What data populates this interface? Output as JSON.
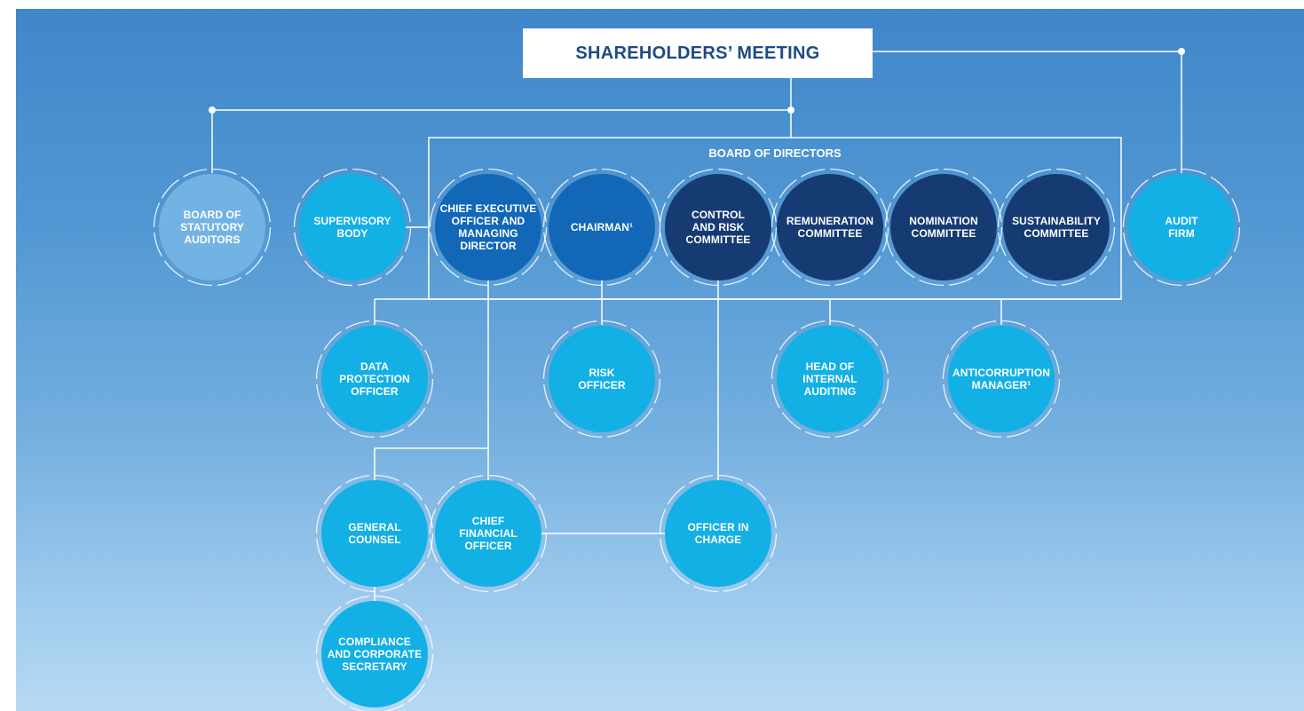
{
  "shareholders_meeting": "SHAREHOLDERS’ MEETING",
  "board_of_directors_label": "BOARD OF DIRECTORS",
  "colors": {
    "light_blue": "#12b0e4",
    "pale_blue": "#73b3e4",
    "mid_blue": "#1268b7",
    "dark_navy": "#163b73",
    "line": "#ffffff"
  },
  "nodes": {
    "board_of_statutory_auditors": "BOARD OF\nSTATUTORY\nAUDITORS",
    "supervisory_body": "SUPERVISORY\nBODY",
    "ceo": "CHIEF EXECUTIVE\nOFFICER AND\nMANAGING\nDIRECTOR",
    "chairman": "CHAIRMAN¹",
    "control_risk_committee": "CONTROL\nAND RISK\nCOMMITTEE",
    "remuneration_committee": "REMUNERATION\nCOMMITTEE",
    "nomination_committee": "NOMINATION\nCOMMITTEE",
    "sustainability_committee": "SUSTAINABILITY\nCOMMITTEE",
    "audit_firm": "AUDIT\nFIRM",
    "data_protection_officer": "DATA\nPROTECTION\nOFFICER",
    "risk_officer": "RISK\nOFFICER",
    "head_internal_auditing": "HEAD OF\nINTERNAL\nAUDITING",
    "anticorruption_manager": "ANTICORRUPTION\nMANAGER¹",
    "general_counsel": "GENERAL\nCOUNSEL",
    "cfo": "CHIEF\nFINANCIAL\nOFFICER",
    "officer_in_charge": "OFFICER IN\nCHARGE",
    "compliance_secretary": "COMPLIANCE\nAND CORPORATE\nSECRETARY"
  }
}
